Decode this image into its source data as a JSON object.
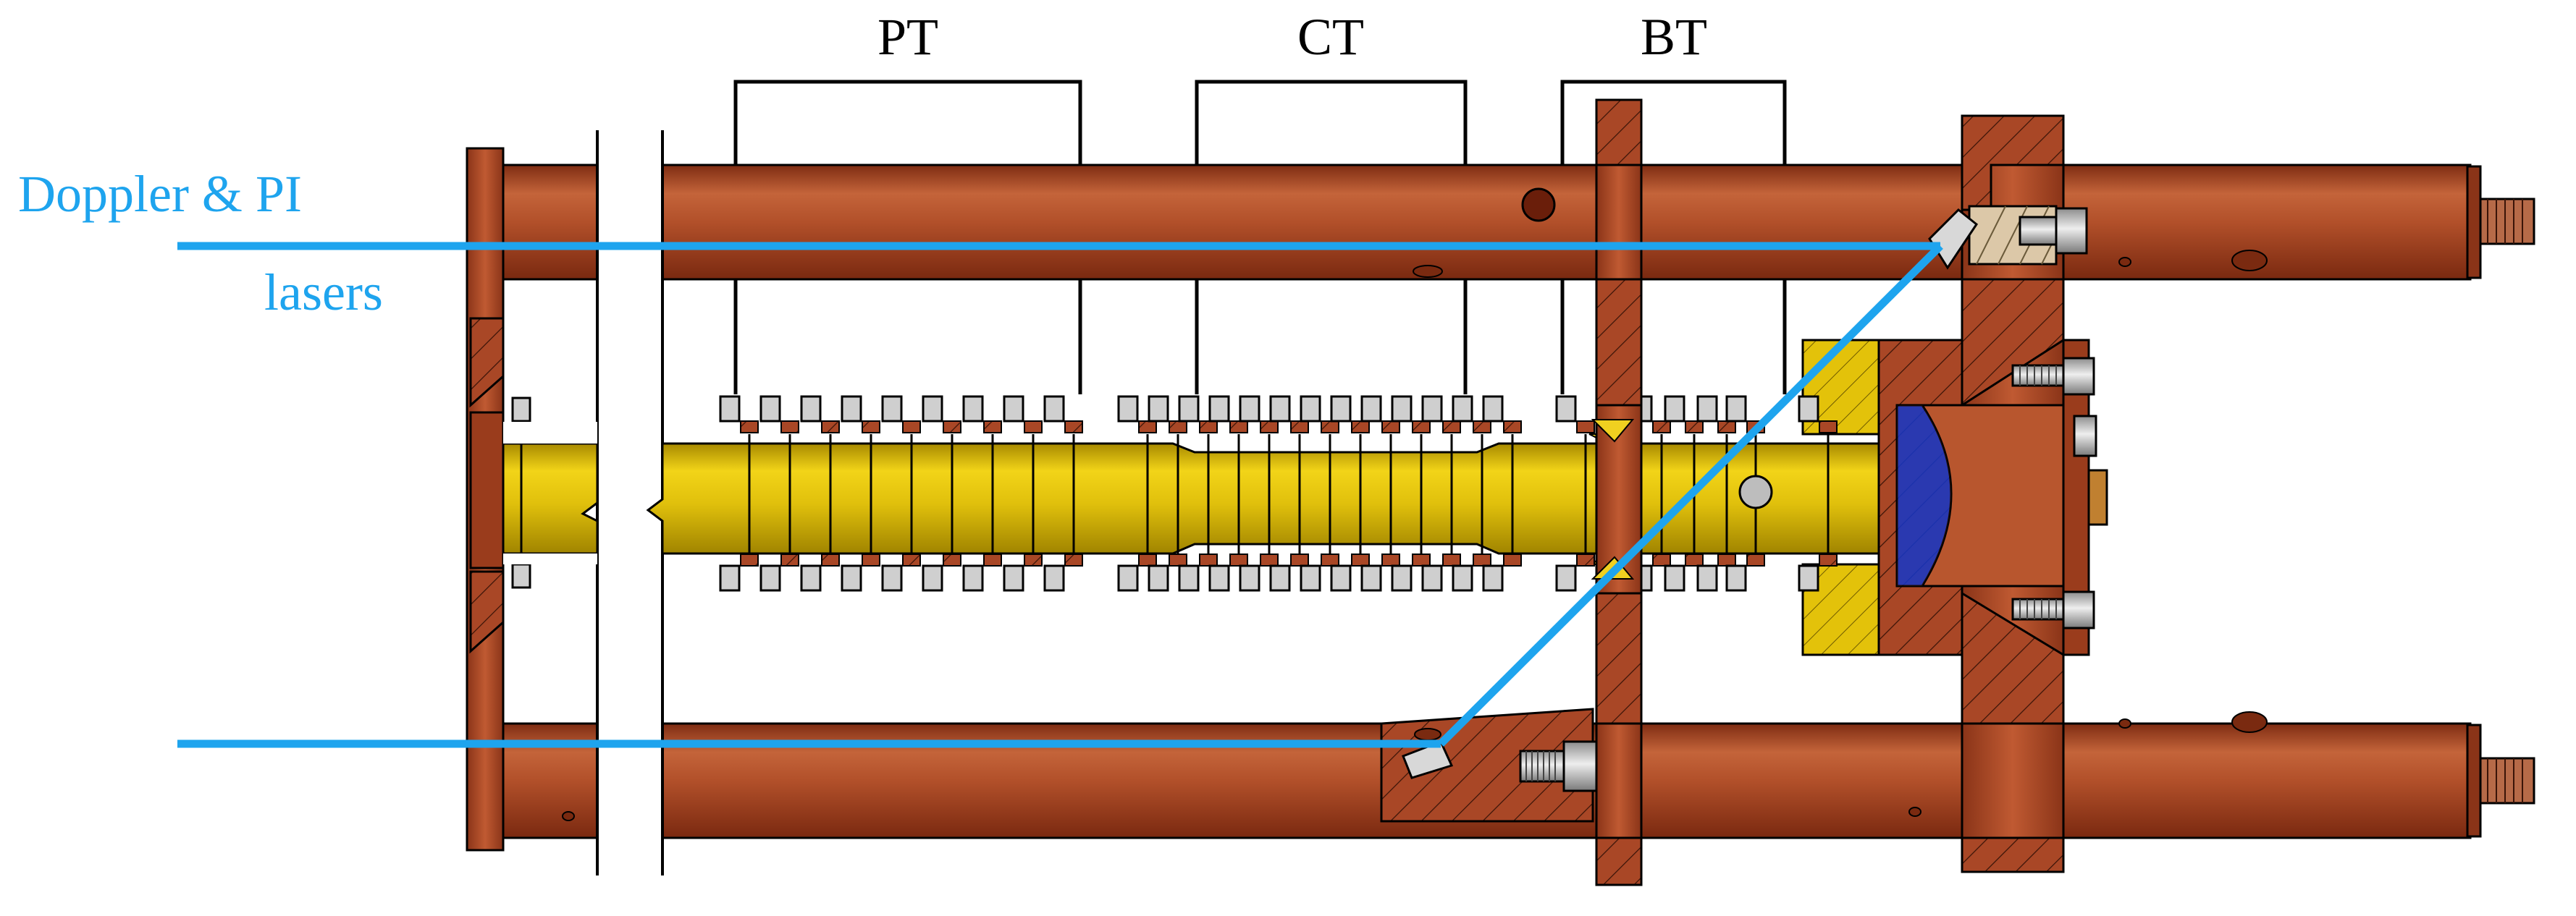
{
  "regions": [
    {
      "id": "pt",
      "label": "PT"
    },
    {
      "id": "ct",
      "label": "CT"
    },
    {
      "id": "bt",
      "label": "BT"
    }
  ],
  "laser_label": {
    "line1": "Doppler & PI",
    "line2": "lasers"
  },
  "colors": {
    "copper": "#b4502c",
    "copper_dark": "#7a2e16",
    "copper_light": "#d2754c",
    "gold": "#e3c20a",
    "gold_dark": "#a68a00",
    "laser": "#1ea4ee",
    "blue_lens": "#1436c8",
    "gray": "#cfcfcf",
    "beige": "#dcc8a8"
  }
}
